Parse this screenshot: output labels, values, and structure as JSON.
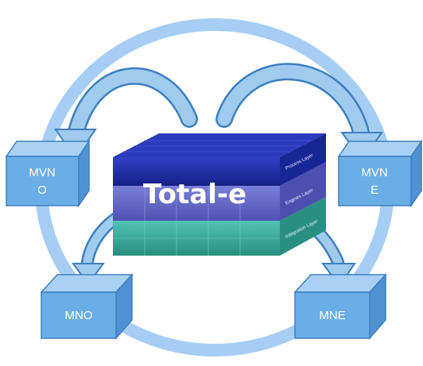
{
  "nodes": {
    "mvno": {
      "line1": "MVN",
      "line2": "O"
    },
    "mvne": {
      "line1": "MVN",
      "line2": "E"
    },
    "mno": {
      "label": "MNO"
    },
    "mne": {
      "label": "MNE"
    }
  },
  "stack": {
    "title": "Total-e",
    "layers": [
      "Process Layer",
      "Engines Layer",
      "Integration Layer"
    ]
  },
  "colors": {
    "ring": "#9fc9f5",
    "box_front": "#6aaee8",
    "box_top": "#a9d1f5",
    "box_side": "#4f92d2",
    "arrow": "#8ec0ec",
    "stack_top": "#1f2fa8",
    "stack_mid": "#5c5fc8",
    "stack_bottom": "#3aa89b"
  }
}
